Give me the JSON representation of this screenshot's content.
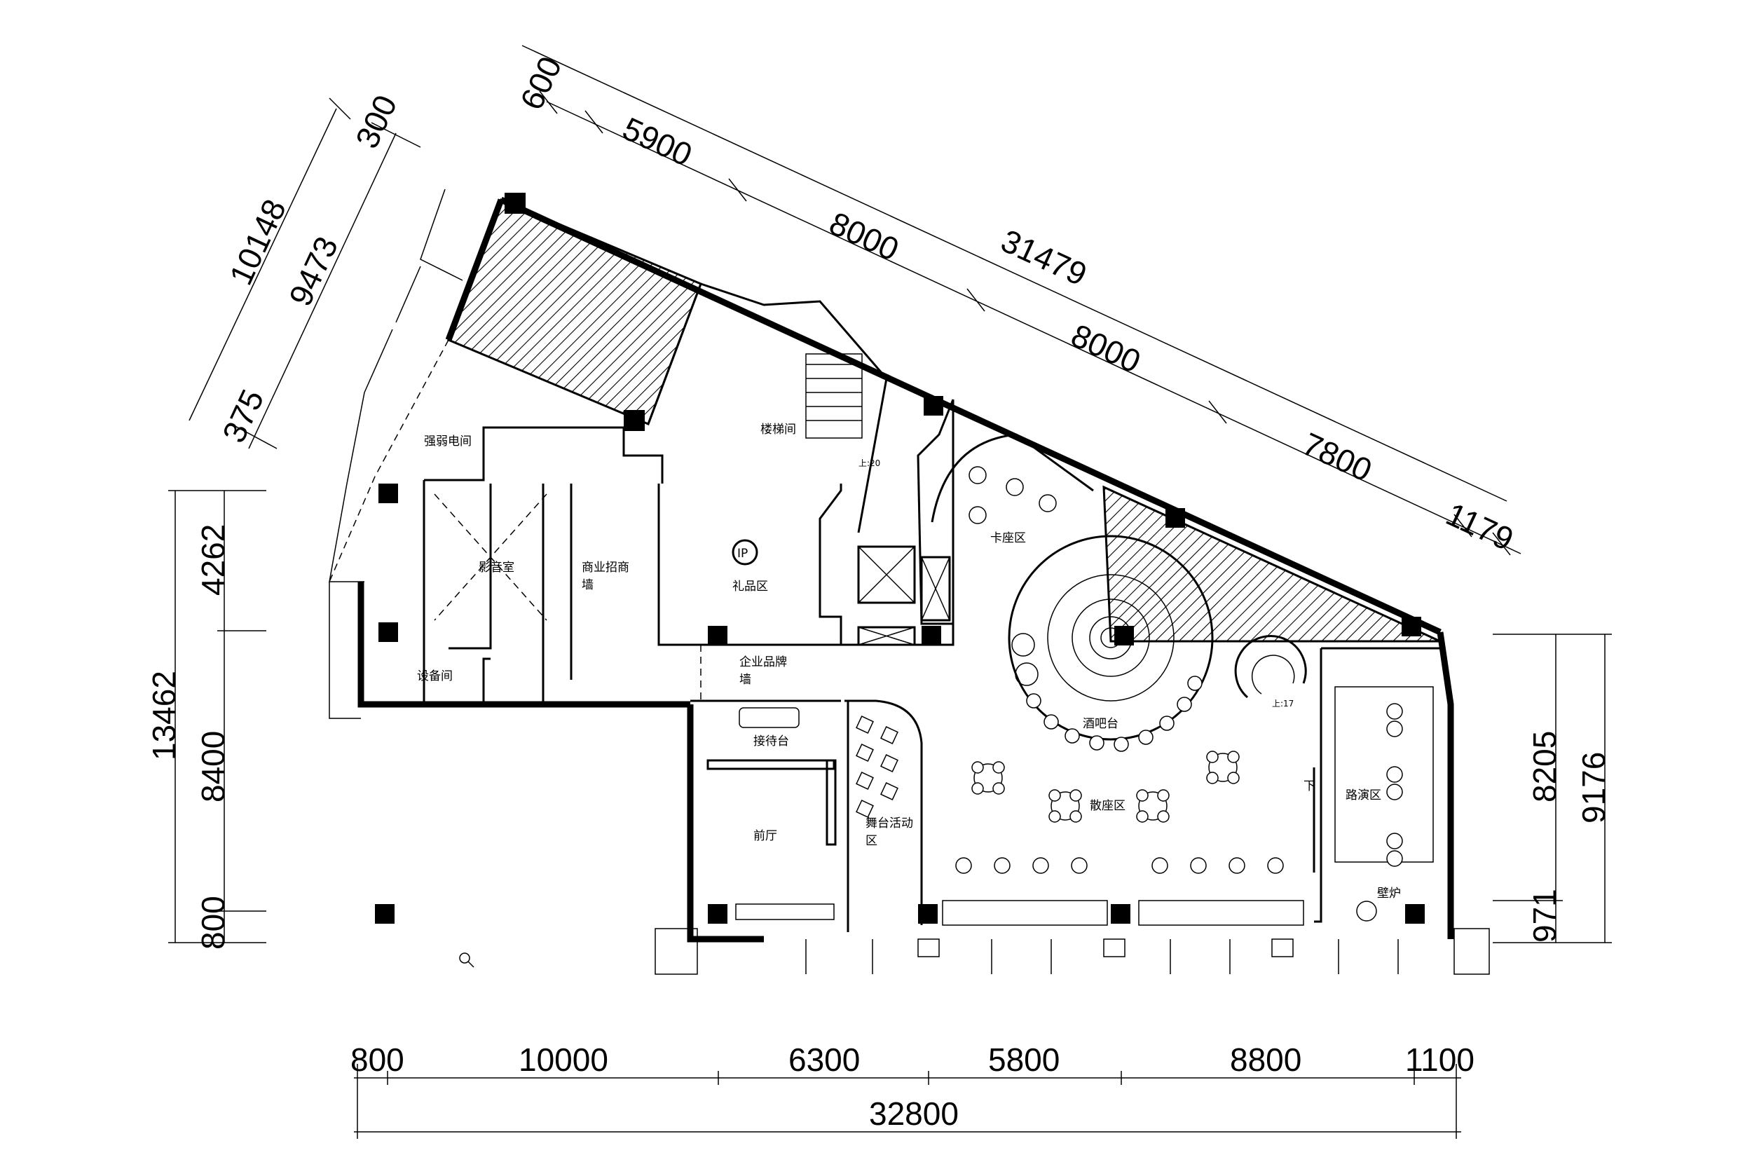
{
  "dimensions": {
    "top_diagonal": [
      "600",
      "5900",
      "8000",
      "31479",
      "8000",
      "7800",
      "1179"
    ],
    "left_diagonal": [
      "10148",
      "9473",
      "300",
      "375"
    ],
    "left_vertical": [
      "13462",
      "4262",
      "8400",
      "800"
    ],
    "right_vertical": [
      "8205",
      "9176",
      "971"
    ],
    "bottom": [
      "800",
      "10000",
      "6300",
      "5800",
      "8800",
      "1100"
    ],
    "bottom_total": "32800"
  },
  "rooms": {
    "electrical_room": "强弱电间",
    "av_room": "影音室",
    "business_wall": "商业招商",
    "business_wall_2": "墙",
    "equipment_room": "设备间",
    "stairwell": "楼梯间",
    "gift_area": "礼品区",
    "ip_mark": "IP",
    "booth_area": "卡座区",
    "brand_wall": "企业品牌",
    "brand_wall_2": "墙",
    "reception_desk": "接待台",
    "stage_area": "舞台活动",
    "stage_area_2": "区",
    "front_hall": "前厅",
    "bar_counter": "酒吧台",
    "lounge_area": "散座区",
    "performance_area": "路演区",
    "fireplace": "壁炉",
    "down_mark": "下",
    "stair_note_1": "上:20",
    "stair_note_2": "上:17"
  },
  "icons": [
    "magnifier-icon"
  ]
}
